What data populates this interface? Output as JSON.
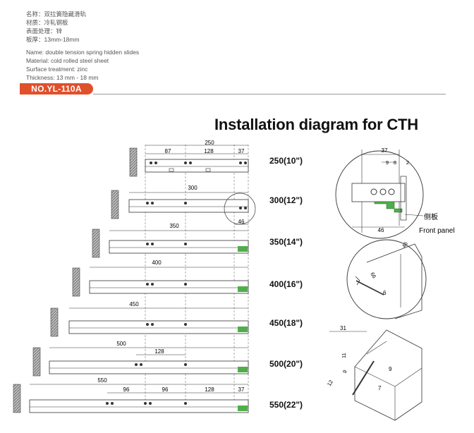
{
  "spec": {
    "cn": [
      "名称：双拉簧隐藏滑轨",
      "材质：冷轧钢板",
      "表面处理：锌",
      "板厚：13mm-18mm"
    ],
    "en": [
      "Name: double tension spring hidden slides",
      "Material: cold rolled steel sheet",
      "Surface treatment: zinc",
      "Thickness: 13 mm - 18 mm"
    ]
  },
  "badge": "NO.YL-110A",
  "title": "Installation diagram for CTH",
  "sizes": [
    "250(10\")",
    "300(12\")",
    "350(14\")",
    "400(16\")",
    "450(18\")",
    "500(20\")",
    "550(22\")"
  ],
  "dims": {
    "row1": {
      "total": "250",
      "a": "87",
      "b": "128",
      "c": "37"
    },
    "row2": {
      "total": "300",
      "end": "46"
    },
    "row3": {
      "total": "350"
    },
    "row4": {
      "total": "400"
    },
    "row5": {
      "total": "450"
    },
    "row6": {
      "total": "500",
      "mid": "128"
    },
    "row7": {
      "total": "550",
      "a": "96",
      "b": "96",
      "c": "128",
      "d": "37"
    }
  },
  "detail_top": {
    "d37": "37",
    "d9": "9",
    "d8": "8",
    "d2": "2",
    "d46": "46",
    "label_cn": "侧板",
    "label_en": "Front panel"
  },
  "detail_mid": {
    "a": "46",
    "b": "66",
    "c": "6"
  },
  "detail_bot": {
    "d31": "31",
    "d11": "11",
    "d12": "12",
    "d9a": "9",
    "d9b": "9",
    "d7": "7"
  }
}
